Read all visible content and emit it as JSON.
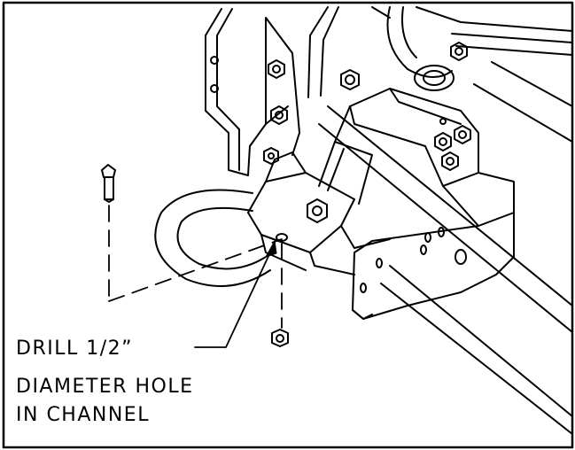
{
  "diagram": {
    "callout": {
      "line1": "DRILL 1/2”",
      "line2": "DIAMETER HOLE",
      "line3": "IN CHANNEL"
    }
  },
  "colors": {
    "ink": "#000000",
    "paper": "#ffffff"
  }
}
